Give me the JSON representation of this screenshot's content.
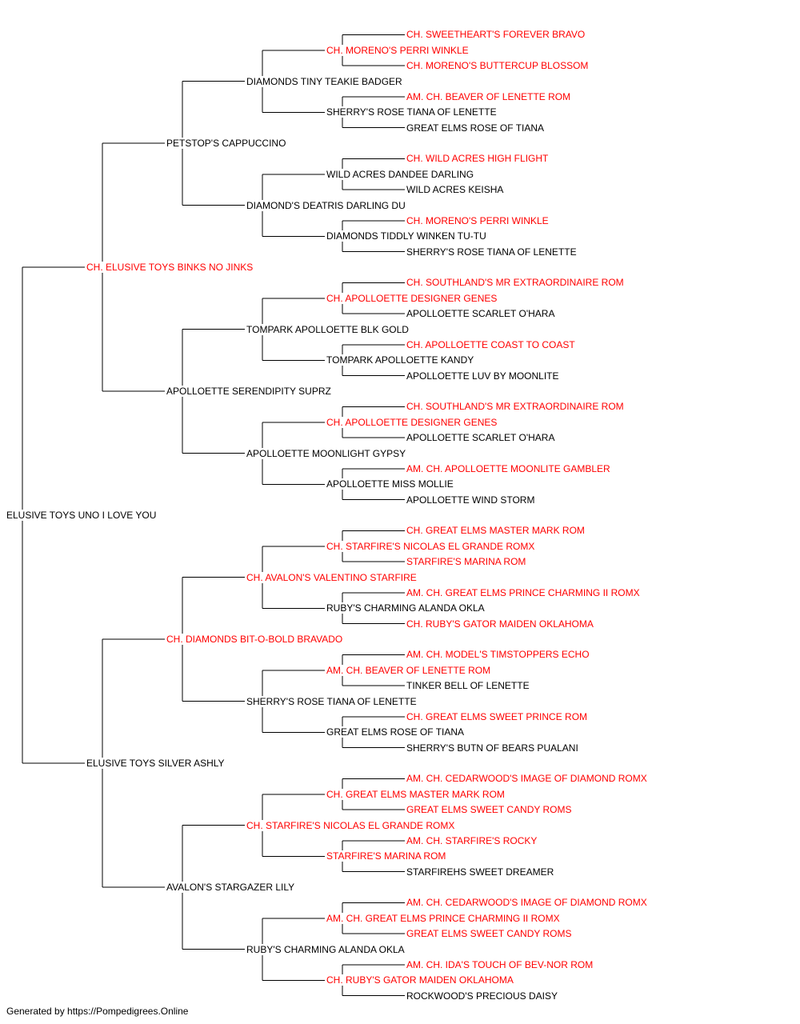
{
  "pedigree": {
    "title_color": "#ff0000",
    "root": {
      "name": "ELUSIVE TOYS UNO I LOVE YOU",
      "champion": false,
      "sire": {
        "name": "CH. ELUSIVE TOYS BINKS NO JINKS",
        "champion": true,
        "sire": {
          "name": "PETSTOP'S CAPPUCCINO",
          "champion": false,
          "sire": {
            "name": "DIAMONDS TINY TEAKIE BADGER",
            "champion": false,
            "sire": {
              "name": "CH. MORENO'S PERRI WINKLE",
              "champion": true,
              "sire": {
                "name": "CH. SWEETHEART'S FOREVER BRAVO",
                "champion": true
              },
              "dam": {
                "name": "CH. MORENO'S BUTTERCUP BLOSSOM",
                "champion": true
              }
            },
            "dam": {
              "name": "SHERRY'S ROSE TIANA OF LENETTE",
              "champion": false,
              "sire": {
                "name": "AM. CH. BEAVER OF LENETTE ROM",
                "champion": true
              },
              "dam": {
                "name": "GREAT ELMS ROSE OF TIANA",
                "champion": false
              }
            }
          },
          "dam": {
            "name": "DIAMOND'S DEATRIS DARLING DU",
            "champion": false,
            "sire": {
              "name": "WILD ACRES DANDEE DARLING",
              "champion": false,
              "sire": {
                "name": "CH. WILD ACRES HIGH FLIGHT",
                "champion": true
              },
              "dam": {
                "name": "WILD ACRES KEISHA",
                "champion": false
              }
            },
            "dam": {
              "name": "DIAMONDS TIDDLY WINKEN TU-TU",
              "champion": false,
              "sire": {
                "name": "CH. MORENO'S PERRI WINKLE",
                "champion": true
              },
              "dam": {
                "name": "SHERRY'S ROSE TIANA OF LENETTE",
                "champion": false
              }
            }
          }
        },
        "dam": {
          "name": "APOLLOETTE SERENDIPITY SUPRZ",
          "champion": false,
          "sire": {
            "name": "TOMPARK APOLLOETTE BLK GOLD",
            "champion": false,
            "sire": {
              "name": "CH. APOLLOETTE DESIGNER GENES",
              "champion": true,
              "sire": {
                "name": "CH. SOUTHLAND'S MR EXTRAORDINAIRE ROM",
                "champion": true
              },
              "dam": {
                "name": "APOLLOETTE SCARLET O'HARA",
                "champion": false
              }
            },
            "dam": {
              "name": "TOMPARK APOLLOETTE KANDY",
              "champion": false,
              "sire": {
                "name": "CH. APOLLOETTE COAST TO COAST",
                "champion": true
              },
              "dam": {
                "name": "APOLLOETTE LUV BY MOONLITE",
                "champion": false
              }
            }
          },
          "dam": {
            "name": "APOLLOETTE MOONLIGHT GYPSY",
            "champion": false,
            "sire": {
              "name": "CH. APOLLOETTE DESIGNER GENES",
              "champion": true,
              "sire": {
                "name": "CH. SOUTHLAND'S MR EXTRAORDINAIRE ROM",
                "champion": true
              },
              "dam": {
                "name": "APOLLOETTE SCARLET O'HARA",
                "champion": false
              }
            },
            "dam": {
              "name": "APOLLOETTE MISS MOLLIE",
              "champion": false,
              "sire": {
                "name": "AM. CH. APOLLOETTE MOONLITE GAMBLER",
                "champion": true
              },
              "dam": {
                "name": "APOLLOETTE WIND STORM",
                "champion": false
              }
            }
          }
        }
      },
      "dam": {
        "name": "ELUSIVE TOYS SILVER ASHLY",
        "champion": false,
        "sire": {
          "name": "CH. DIAMONDS BIT-O-BOLD BRAVADO",
          "champion": true,
          "sire": {
            "name": "CH. AVALON'S VALENTINO STARFIRE",
            "champion": true,
            "sire": {
              "name": "CH. STARFIRE'S NICOLAS EL GRANDE ROMX",
              "champion": true,
              "sire": {
                "name": "CH. GREAT ELMS MASTER MARK ROM",
                "champion": true
              },
              "dam": {
                "name": "STARFIRE'S MARINA ROM",
                "champion": true
              }
            },
            "dam": {
              "name": "RUBY'S CHARMING ALANDA OKLA",
              "champion": false,
              "sire": {
                "name": "AM. CH. GREAT ELMS PRINCE CHARMING II ROMX",
                "champion": true
              },
              "dam": {
                "name": "CH. RUBY'S GATOR MAIDEN OKLAHOMA",
                "champion": true
              }
            }
          },
          "dam": {
            "name": "SHERRY'S ROSE TIANA OF LENETTE",
            "champion": false,
            "sire": {
              "name": "AM. CH. BEAVER OF LENETTE ROM",
              "champion": true,
              "sire": {
                "name": "AM. CH. MODEL'S TIMSTOPPERS ECHO",
                "champion": true
              },
              "dam": {
                "name": "TINKER BELL OF LENETTE",
                "champion": false
              }
            },
            "dam": {
              "name": "GREAT ELMS ROSE OF TIANA",
              "champion": false,
              "sire": {
                "name": "CH. GREAT ELMS SWEET PRINCE ROM",
                "champion": true
              },
              "dam": {
                "name": "SHERRY'S BUTN OF BEARS PUALANI",
                "champion": false
              }
            }
          }
        },
        "dam": {
          "name": "AVALON'S STARGAZER LILY",
          "champion": false,
          "sire": {
            "name": "CH. STARFIRE'S NICOLAS EL GRANDE ROMX",
            "champion": true,
            "sire": {
              "name": "CH. GREAT ELMS MASTER MARK ROM",
              "champion": true,
              "sire": {
                "name": "AM. CH. CEDARWOOD'S IMAGE OF DIAMOND ROMX",
                "champion": true
              },
              "dam": {
                "name": "GREAT ELMS SWEET CANDY ROMS",
                "champion": true
              }
            },
            "dam": {
              "name": "STARFIRE'S MARINA ROM",
              "champion": true,
              "sire": {
                "name": "AM. CH. STARFIRE'S ROCKY",
                "champion": true
              },
              "dam": {
                "name": "STARFIREHS SWEET DREAMER",
                "champion": false
              }
            }
          },
          "dam": {
            "name": "RUBY'S CHARMING ALANDA OKLA",
            "champion": false,
            "sire": {
              "name": "AM. CH. GREAT ELMS PRINCE CHARMING II ROMX",
              "champion": true,
              "sire": {
                "name": "AM. CH. CEDARWOOD'S IMAGE OF DIAMOND ROMX",
                "champion": true
              },
              "dam": {
                "name": "GREAT ELMS SWEET CANDY ROMS",
                "champion": true
              }
            },
            "dam": {
              "name": "CH. RUBY'S GATOR MAIDEN OKLAHOMA",
              "champion": true,
              "sire": {
                "name": "AM. CH. IDA'S TOUCH OF BEV-NOR ROM",
                "champion": true
              },
              "dam": {
                "name": "ROCKWOOD'S PRECIOUS DAISY",
                "champion": false
              }
            }
          }
        }
      }
    }
  },
  "footer": {
    "text": "Generated by https://Pompedigrees.Online"
  }
}
